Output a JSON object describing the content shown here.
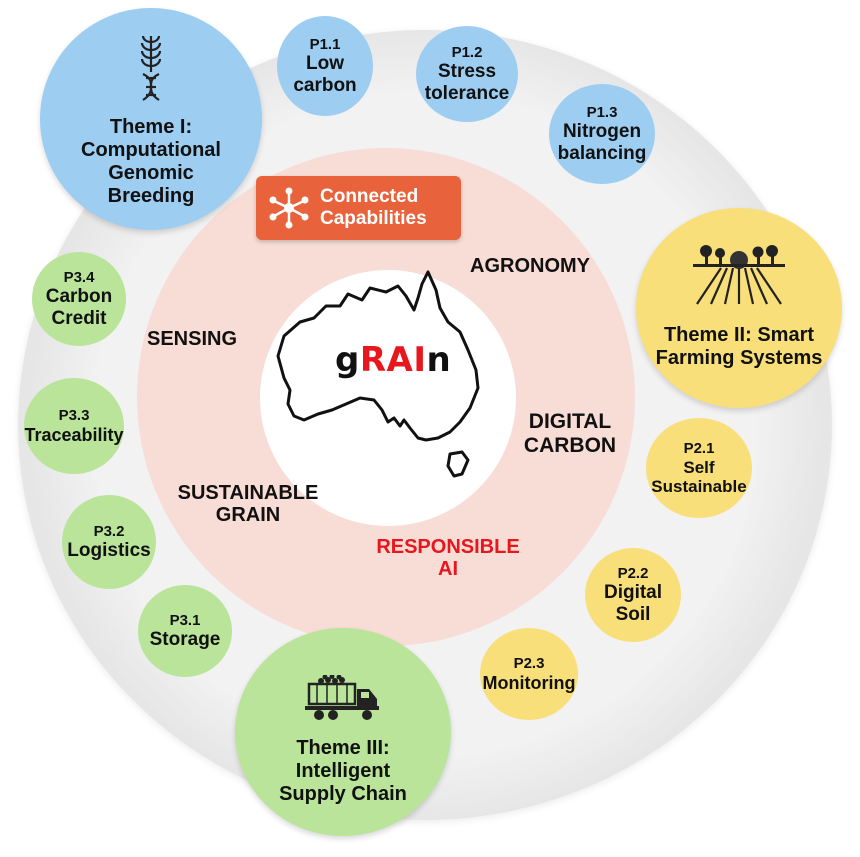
{
  "center_title": {
    "prefix": "g",
    "highlight": "RAI",
    "suffix": "n"
  },
  "center_badge": "Connected\nCapabilities",
  "capabilities": {
    "agronomy": "AGRONOMY",
    "sensing": "SENSING",
    "digital_carbon": "DIGITAL\nCARBON",
    "sustainable_grain": "SUSTAINABLE\nGRAIN",
    "responsible_ai": "RESPONSIBLE\nAI"
  },
  "themes": [
    {
      "name": "Theme I:\nComputational\nGenomic\nBreeding",
      "icon": "dna-wheat-icon",
      "color": "#9ecdf2"
    },
    {
      "name": "Theme II: Smart\nFarming Systems",
      "icon": "farm-field-icon",
      "color": "#f8df7a"
    },
    {
      "name": "Theme III:\nIntelligent\nSupply Chain",
      "icon": "truck-icon",
      "color": "#b9e49a"
    }
  ],
  "projects": [
    {
      "code": "P1.1",
      "name": "Low\ncarbon"
    },
    {
      "code": "P1.2",
      "name": "Stress\ntolerance"
    },
    {
      "code": "P1.3",
      "name": "Nitrogen\nbalancing"
    },
    {
      "code": "P2.1",
      "name": "Self\nSustainable"
    },
    {
      "code": "P2.2",
      "name": "Digital\nSoil"
    },
    {
      "code": "P2.3",
      "name": "Monitoring"
    },
    {
      "code": "P3.1",
      "name": "Storage"
    },
    {
      "code": "P3.2",
      "name": "Logistics"
    },
    {
      "code": "P3.3",
      "name": "Traceability"
    },
    {
      "code": "P3.4",
      "name": "Carbon\nCredit"
    }
  ],
  "colors": {
    "theme1": "#9ecdf2",
    "theme2": "#f8df7a",
    "theme3": "#b9e49a",
    "badge": "#e8623c",
    "accent_red": "#e8161d",
    "inner_ring": "#f8dcd6"
  }
}
